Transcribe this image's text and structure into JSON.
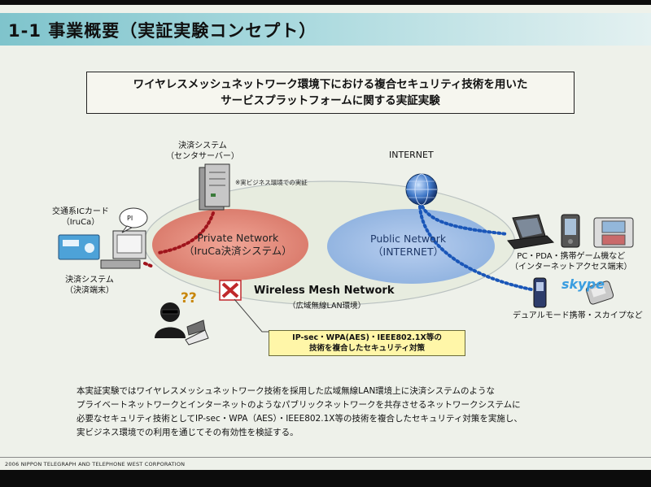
{
  "title": "1-1 事業概要（実証実験コンセプト）",
  "subtitle": {
    "line1": "ワイヤレスメッシュネットワーク環境下における複合セキュリティ技術を用いた",
    "line2": "サービスプラットフォームに関する実証実験"
  },
  "nodes": {
    "payment_system": {
      "line1": "決済システム",
      "line2": "（センタサーバー）"
    },
    "server_note": "※実ビジネス環境での実証",
    "ic_card": {
      "line1": "交通系ICカード",
      "line2": "（IruCa）"
    },
    "pi_label": "PI",
    "payment_terminal": {
      "line1": "決済システム",
      "line2": "（決済端末）"
    },
    "internet": "INTERNET",
    "pc_pda": {
      "line1": "PC・PDA・携帯ゲーム機など",
      "line2": "（インターネットアクセス端末）"
    },
    "dual_mode": "デュアルモード携帯・スカイプなど",
    "skype_logo": "skype",
    "question_marks": "??"
  },
  "private_network": {
    "line1": "Private Network",
    "line2": "（IruCa決済システム）"
  },
  "public_network": {
    "line1": "Public Network",
    "line2": "（INTERNET）"
  },
  "wireless_mesh": {
    "title": "Wireless Mesh Network",
    "subtitle": "（広域無線LAN環境）"
  },
  "security_box": {
    "line1": "IP-sec・WPA(AES)・IEEE802.1X等の",
    "line2": "技術を複合したセキュリティ対策"
  },
  "body": {
    "line1": "本実証実験ではワイヤレスメッシュネットワーク技術を採用した広域無線LAN環境上に決済システムのような",
    "line2": "プライベートネットワークとインターネットのようなパブリックネットワークを共存させるネットワークシステムに",
    "line3": "必要なセキュリティ技術としてIP-sec・WPA（AES）・IEEE802.1X等の技術を複合したセキュリティ対策を実施し、",
    "line4": "実ビジネス環境での利用を通じてその有効性を検証する。"
  },
  "footer": "2006 NIPPON TELEGRAPH AND TELEPHONE WEST CORPORATION",
  "colors": {
    "private_network": "#d9796a",
    "public_network": "#8fb2df",
    "private_link": "#a0141c",
    "public_link": "#1a56b8",
    "title_bar": "#7fc4cc",
    "security_box": "#fff6a8"
  },
  "icons": [
    "server-icon",
    "ic-card-icon",
    "payment-terminal-icon",
    "globe-icon",
    "laptop-icon",
    "pda-icon",
    "game-console-icon",
    "mobile-phone-icon",
    "flip-phone-icon",
    "hacker-icon",
    "access-point-icon",
    "speech-bubble-icon"
  ]
}
